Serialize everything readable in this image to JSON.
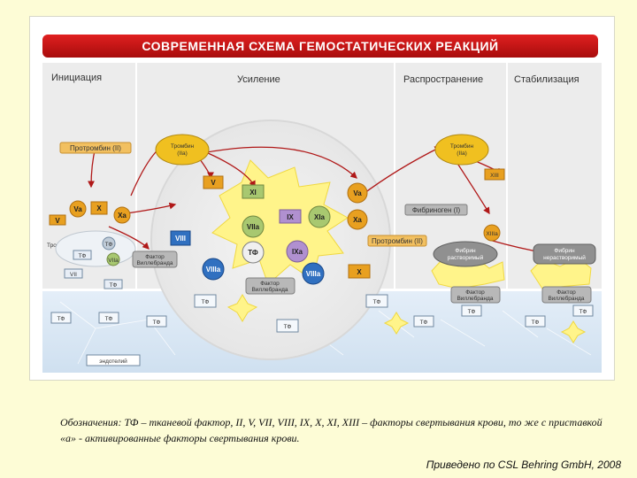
{
  "title": "СОВРЕМЕННАЯ СХЕМА ГЕМОСТАТИЧЕСКИХ РЕАКЦИЙ",
  "phases": [
    "Инициация",
    "Усиление",
    "Распространение",
    "Стабилизация"
  ],
  "labels": {
    "prothrombin": "Протромбин (II)",
    "thrombin": "Тромбин",
    "thrombin_sub": "(IIa)",
    "fibrinogen": "Фибриноген (I)",
    "fibrin_soluble": "Фибрин",
    "fibrin_soluble_sub": "растворимый",
    "fibrin_insoluble": "Фибрин",
    "fibrin_insoluble_sub": "нерастворимый",
    "vwf": "Фактор",
    "vwf_sub": "Виллебранда",
    "thrombocyte": "Тромбоцит",
    "endothelium": "эндотелий",
    "tf": "ТФ"
  },
  "factors": {
    "V": "V",
    "Va": "Va",
    "X": "X",
    "Xa": "Xa",
    "XI": "XI",
    "XIa": "XIa",
    "IX": "IX",
    "IXa": "IXa",
    "VII": "VII",
    "VIIa": "VIIa",
    "VIII": "VIII",
    "VIIIa": "VIIIa",
    "XIII": "XIII",
    "XIIIa": "XIIIa"
  },
  "legend": "Обозначения: ТФ – тканевой фактор, II, V, VII, VIII, IX, X, XI, XIII – факторы свертывания крови, то же с приставкой «а» - активированные факторы свертывания крови.",
  "credit": "Приведено по CSL Behring GmbH, 2008",
  "colors": {
    "banner": "#c01414",
    "thrombin": "#f0c020",
    "factor_orange": "#e8a020",
    "factor_green": "#a8c870",
    "factor_purple": "#b090d0",
    "factor_blue": "#3070c0",
    "arrow": "#b01818",
    "endothelium": "#d4e6f4"
  }
}
